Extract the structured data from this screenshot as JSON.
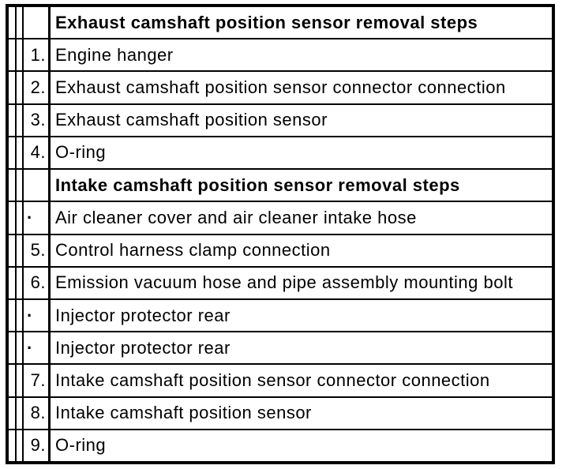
{
  "page": {
    "background_color": "#ffffff",
    "line_color": "#000000",
    "text_color": "#000000"
  },
  "table": {
    "rows": [
      {
        "type": "section-header",
        "num": "",
        "text": "Exhaust camshaft position sensor removal steps"
      },
      {
        "type": "step",
        "num": "1.",
        "text": "Engine hanger"
      },
      {
        "type": "step",
        "num": "2.",
        "text": "Exhaust camshaft position sensor connector connection"
      },
      {
        "type": "step",
        "num": "3.",
        "text": "Exhaust camshaft position sensor"
      },
      {
        "type": "step",
        "num": "4.",
        "text": "O-ring"
      },
      {
        "type": "section-header",
        "num": "",
        "text": "Intake camshaft position sensor removal steps"
      },
      {
        "type": "bullet",
        "num": "·",
        "text": "Air cleaner cover and air cleaner intake hose"
      },
      {
        "type": "step",
        "num": "5.",
        "text": "Control harness clamp connection"
      },
      {
        "type": "step",
        "num": "6.",
        "text": "Emission vacuum hose and pipe assembly mounting bolt"
      },
      {
        "type": "bullet",
        "num": "·",
        "text": "Injector protector rear"
      },
      {
        "type": "bullet",
        "num": "·",
        "text": "Injector protector rear"
      },
      {
        "type": "step",
        "num": "7.",
        "text": "Intake camshaft position sensor connector connection"
      },
      {
        "type": "step",
        "num": "8.",
        "text": "Intake camshaft position sensor"
      },
      {
        "type": "step",
        "num": "9.",
        "text": "O-ring"
      }
    ]
  }
}
